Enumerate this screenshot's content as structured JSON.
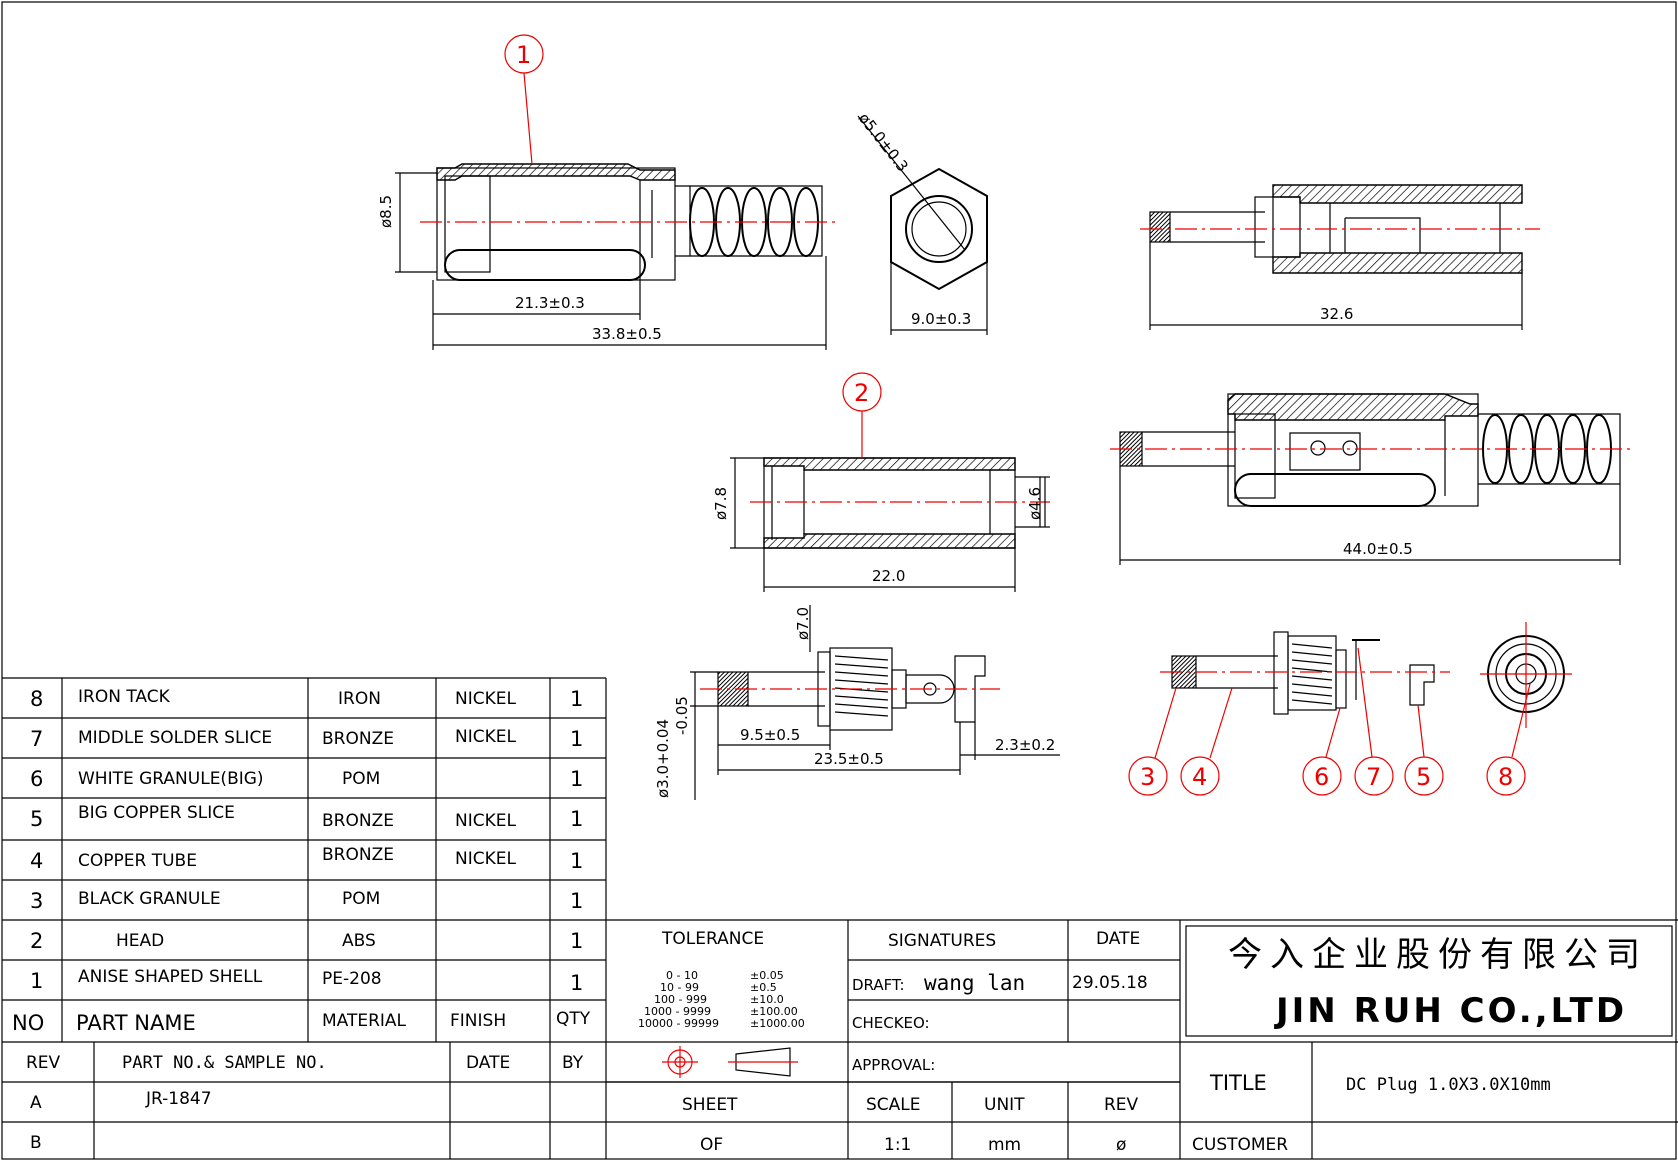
{
  "dimensions": {
    "d1_dia": "ø8.5",
    "d1_len1": "21.3±0.3",
    "d1_len2": "33.8±0.5",
    "hex_dia": "ø5.0±0.3",
    "hex_w": "9.0±0.3",
    "plug_len": "32.6",
    "d2_dia": "ø7.8",
    "d2_inner": "ø4.6",
    "d2_len": "22.0",
    "asm_len": "44.0±0.5",
    "pin_dia": "ø7.0",
    "pin_tol_a": "ø3.0+0.04",
    "pin_tol_b": "-0.05",
    "pin_len1": "9.5±0.5",
    "pin_len2": "23.5±0.5",
    "pin_len3": "2.3±0.2"
  },
  "balloons": [
    "1",
    "2",
    "3",
    "4",
    "6",
    "7",
    "5",
    "8"
  ],
  "parts": [
    {
      "no": "8",
      "name": "IRON TACK",
      "material": "IRON",
      "finish": "NICKEL",
      "qty": "1"
    },
    {
      "no": "7",
      "name": "MIDDLE SOLDER SLICE",
      "material": "BRONZE",
      "finish": "NICKEL",
      "qty": "1"
    },
    {
      "no": "6",
      "name": "WHITE GRANULE(BIG)",
      "material": "POM",
      "finish": "",
      "qty": "1"
    },
    {
      "no": "5",
      "name": "BIG COPPER SLICE",
      "material": "BRONZE",
      "finish": "NICKEL",
      "qty": "1"
    },
    {
      "no": "4",
      "name": "COPPER TUBE",
      "material": "BRONZE",
      "finish": "NICKEL",
      "qty": "1"
    },
    {
      "no": "3",
      "name": "BLACK GRANULE",
      "material": "POM",
      "finish": "",
      "qty": "1"
    },
    {
      "no": "2",
      "name": "HEAD",
      "material": "ABS",
      "finish": "",
      "qty": "1"
    },
    {
      "no": "1",
      "name": "ANISE SHAPED SHELL",
      "material": "PE-208",
      "finish": "",
      "qty": "1"
    }
  ],
  "headers": {
    "no": "NO",
    "name": "PART NAME",
    "material": "MATERIAL",
    "finish": "FINISH",
    "qty": "QTY"
  },
  "rev_table": {
    "h_rev": "REV",
    "h_part": "PART NO.& SAMPLE NO.",
    "h_date": "DATE",
    "h_by": "BY",
    "rows": [
      {
        "rev": "A",
        "part": "JR-1847"
      },
      {
        "rev": "B",
        "part": ""
      }
    ]
  },
  "tolerance": {
    "title": "TOLERANCE",
    "ranges": [
      "0  -  10",
      "10  -  99",
      "100  -  999",
      "1000  -  9999",
      "10000  -  99999"
    ],
    "values": [
      "±0.05",
      "±0.5",
      "±10.0",
      "±100.00",
      "±1000.00"
    ]
  },
  "signatures": {
    "title": "SIGNATURES",
    "date_h": "DATE",
    "draft_label": "DRAFT:",
    "draft_name": "wang lan",
    "draft_date": "29.05.18",
    "checked": "CHECKEO:",
    "approval": "APPROVAL:"
  },
  "sheet": {
    "sheet": "SHEET",
    "of": "OF",
    "scale_h": "SCALE",
    "scale": "1:1",
    "unit_h": "UNIT",
    "unit": "mm",
    "rev_h": "REV",
    "rev": "ø"
  },
  "company": {
    "cn": "今入企业股份有限公司",
    "en": "JIN RUH CO.,LTD"
  },
  "title_block": {
    "title_h": "TITLE",
    "title": "DC Plug 1.0X3.0X10mm",
    "customer_h": "CUSTOMER",
    "customer": ""
  }
}
